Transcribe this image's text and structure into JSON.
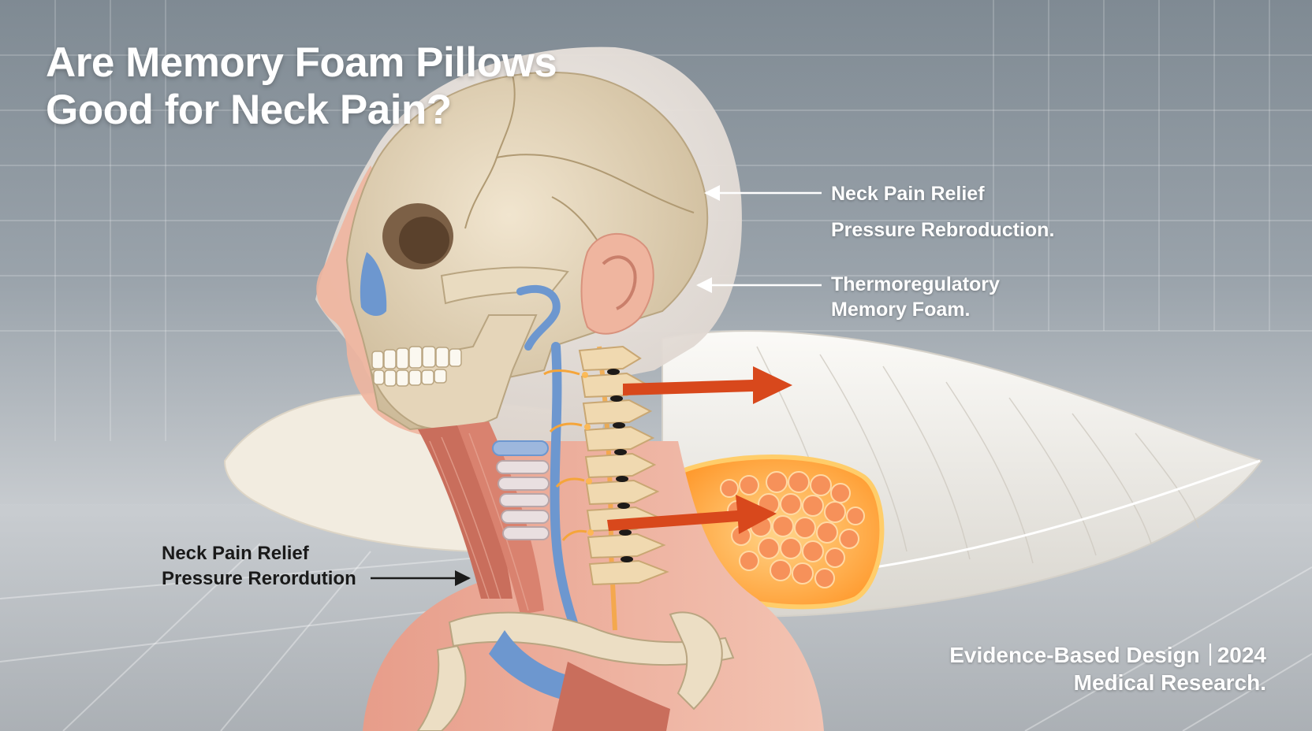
{
  "title": {
    "line1": "Are Memory Foam Pillows",
    "line2": "Good for Neck Pain?"
  },
  "callouts": {
    "top_right": {
      "line1": "Neck Pain Relief",
      "line2": "Pressure Rebroduction."
    },
    "middle_right": {
      "line1": "Thermoregulatory",
      "line2": "Memory Foam."
    },
    "bottom_left": {
      "line1": "Neck Pain Relief",
      "line2": "Pressure Rerordution"
    }
  },
  "footer": {
    "label": "Evidence-Based Design",
    "year": "2024",
    "subtitle": "Medical Research."
  },
  "colors": {
    "background_top": "#7f8a93",
    "bone": "#e3d3b8",
    "skin": "#efb7a2",
    "nerve_orange": "#f5a53a",
    "artery_blue": "#6d97cf",
    "arrow_red": "#d8481c",
    "pillow": "#f1efea",
    "foam_cells": "#f69a55"
  },
  "icons": [
    "skull-illustration",
    "cervical-spine-illustration",
    "pillow-illustration",
    "foam-cell-cross-section",
    "pointer-arrow"
  ]
}
